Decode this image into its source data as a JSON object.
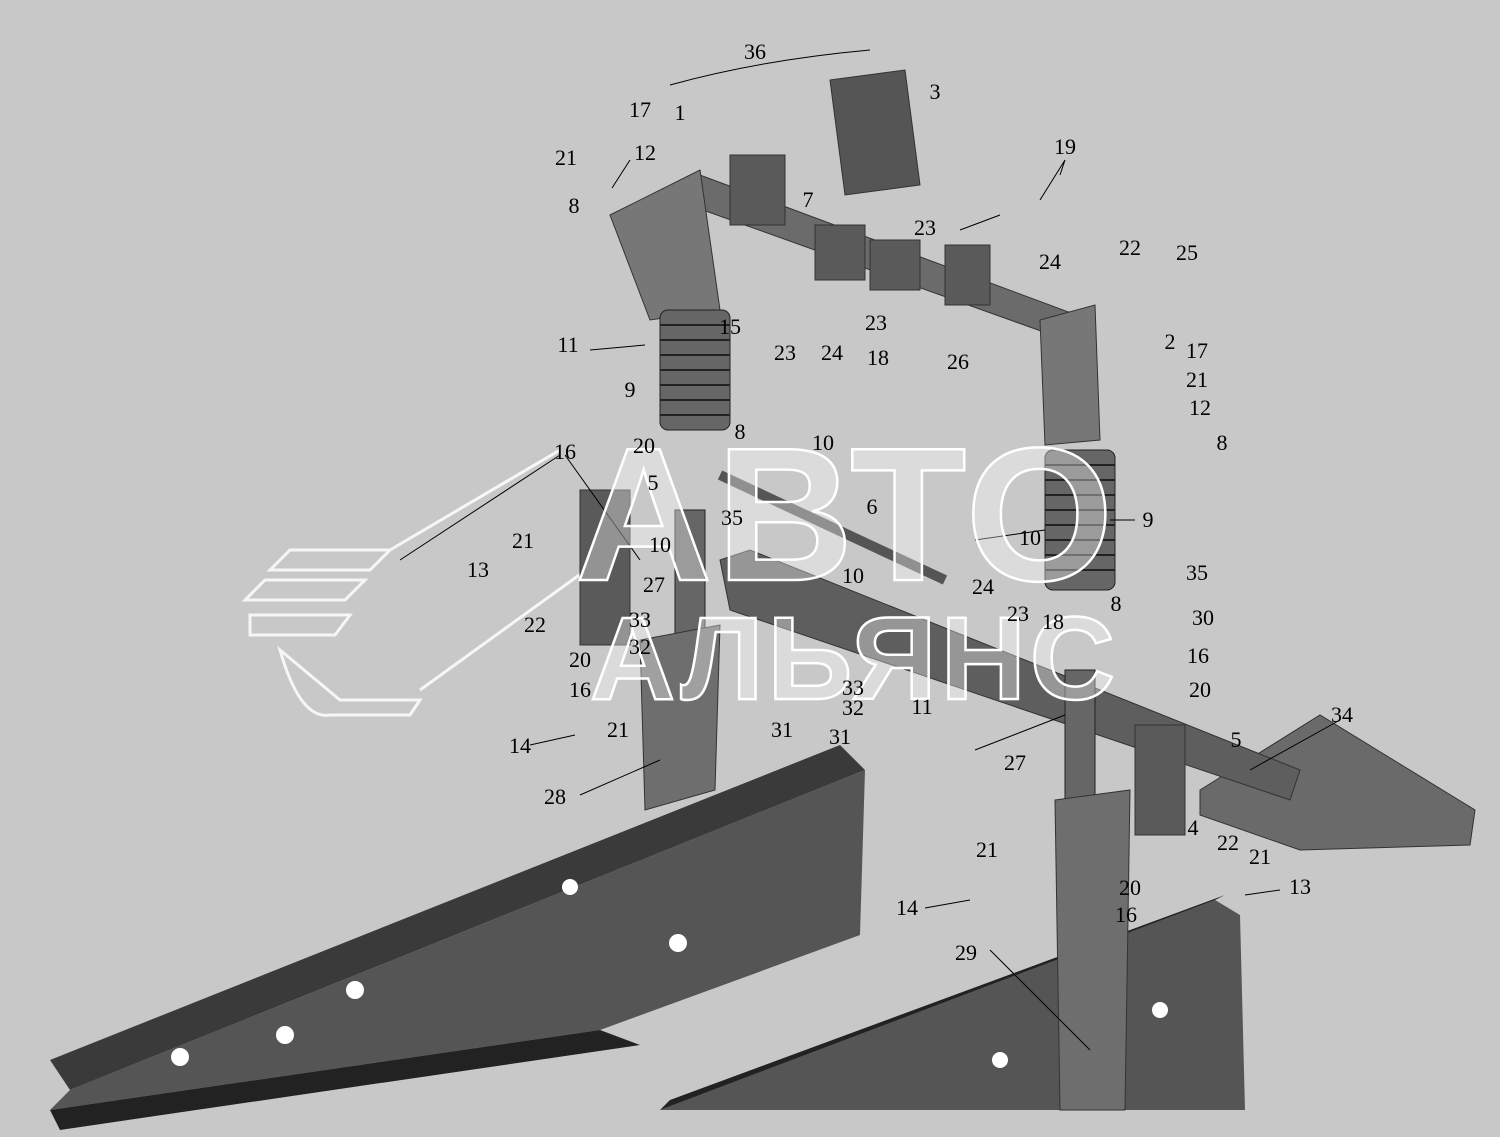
{
  "diagram": {
    "type": "exploded-assembly",
    "watermark": {
      "line1": "АВТО",
      "line2": "АЛЬЯНС"
    },
    "callouts": [
      "36",
      "3",
      "1",
      "17",
      "21",
      "12",
      "8",
      "19",
      "7",
      "23",
      "24",
      "22",
      "25",
      "11",
      "15",
      "23",
      "24",
      "18",
      "23",
      "2",
      "17",
      "21",
      "12",
      "8",
      "26",
      "9",
      "8",
      "10",
      "16",
      "20",
      "5",
      "6",
      "9",
      "35",
      "10",
      "10",
      "21",
      "13",
      "27",
      "10",
      "35",
      "22",
      "33",
      "24",
      "23",
      "18",
      "8",
      "30",
      "32",
      "16",
      "20",
      "16",
      "20",
      "33",
      "32",
      "11",
      "21",
      "31",
      "31",
      "14",
      "34",
      "5",
      "27",
      "28",
      "4",
      "22",
      "21",
      "21",
      "20",
      "13",
      "14",
      "16",
      "29"
    ]
  }
}
